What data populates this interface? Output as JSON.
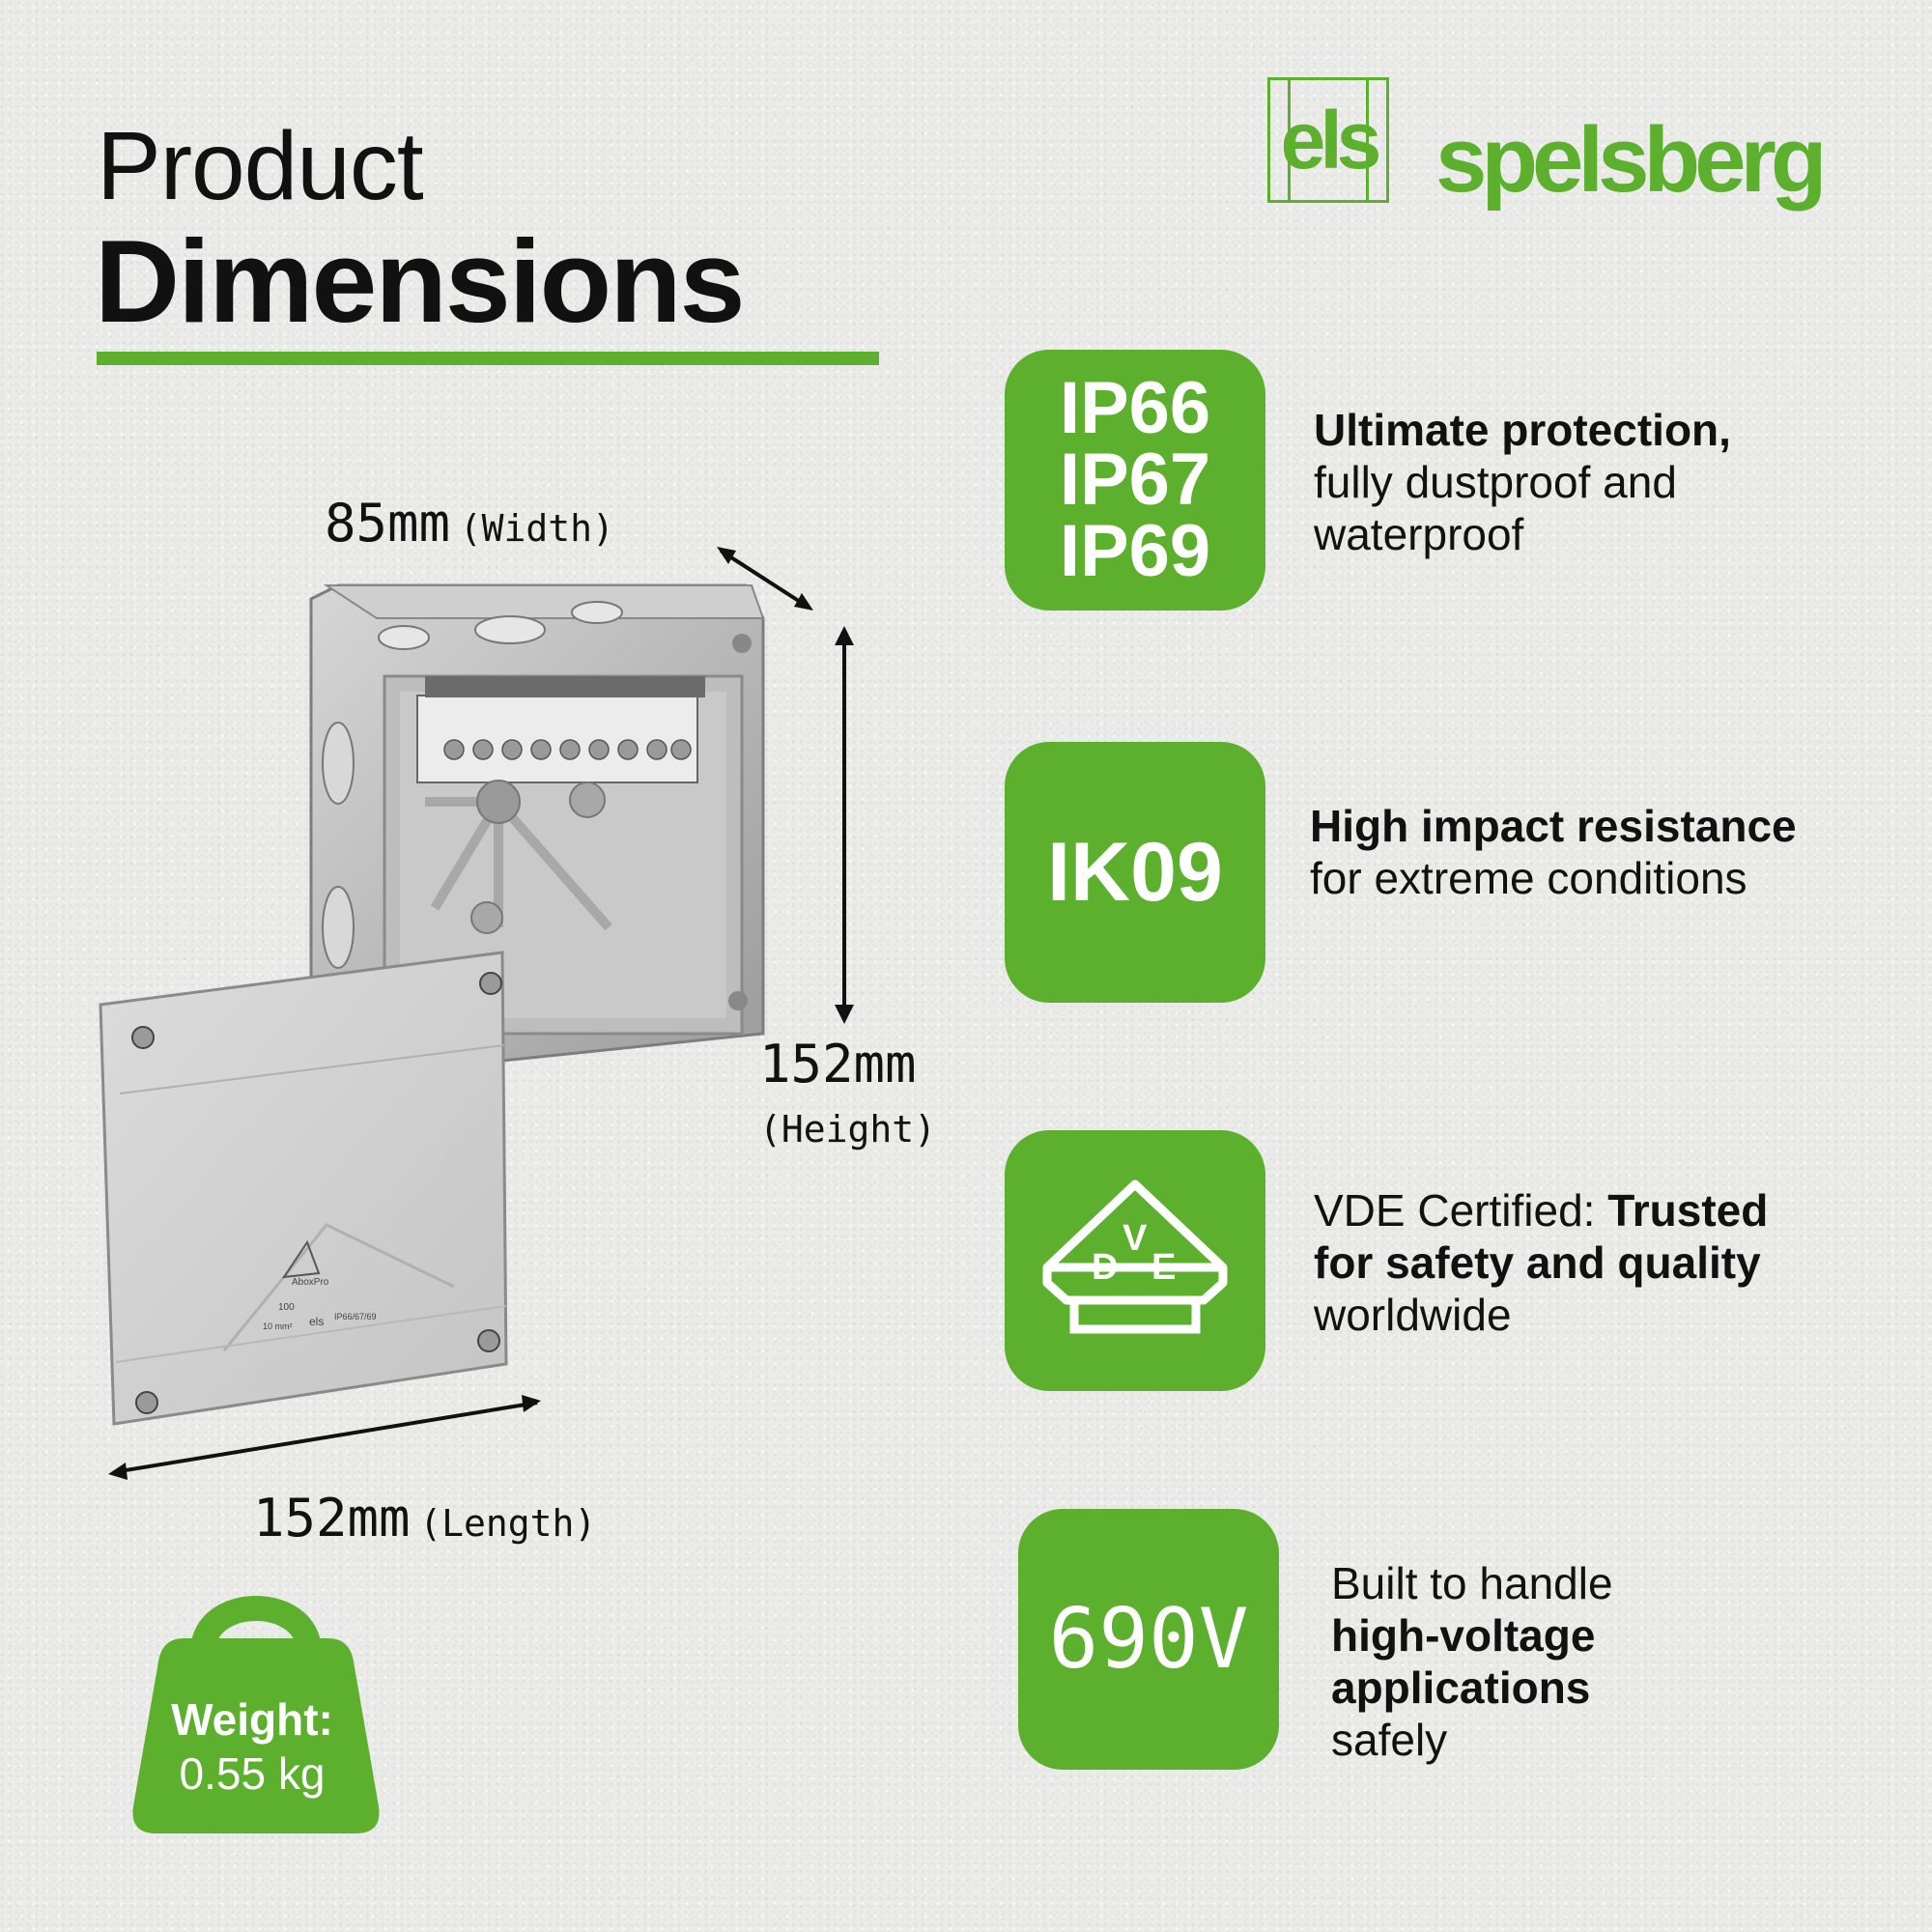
{
  "header": {
    "title_line1": "Product",
    "title_line2": "Dimensions"
  },
  "logos": {
    "els": "els",
    "spelsberg": "spelsberg"
  },
  "colors": {
    "brand_green": "#5daf2e",
    "background": "#ebebea",
    "text": "#111111"
  },
  "dimensions": {
    "width_value": "85mm",
    "width_label": "(Width)",
    "height_value": "152mm",
    "height_label": "(Height)",
    "length_value": "152mm",
    "length_label": "(Length)"
  },
  "product_lid_text": {
    "brand": "AboxPro",
    "terminals": "100",
    "cross_section": "10 mm²",
    "rating": "IP66/67/69",
    "els": "els"
  },
  "features": [
    {
      "badge_lines": [
        "IP66",
        "IP67",
        "IP69"
      ],
      "text_bold": "Ultimate protection,",
      "text_rest": [
        "fully dustproof and",
        "waterproof"
      ]
    },
    {
      "badge": "IK09",
      "text_bold": "High impact resistance",
      "text_rest": "for extreme conditions"
    },
    {
      "badge_icon": "vde-certification-icon",
      "badge_letters": [
        "D",
        "V",
        "E"
      ],
      "text_plain": "VDE Certified: ",
      "text_bold_1": "Trusted",
      "text_bold_2": "for safety and quality",
      "text_rest": "worldwide"
    },
    {
      "badge": "690V",
      "text_plain_1": "Built to handle",
      "text_bold_1": "high-voltage",
      "text_bold_2": "applications",
      "text_plain_2": "safely"
    }
  ],
  "weight": {
    "label": "Weight:",
    "value": "0.55 kg",
    "icon": "weight-icon"
  }
}
